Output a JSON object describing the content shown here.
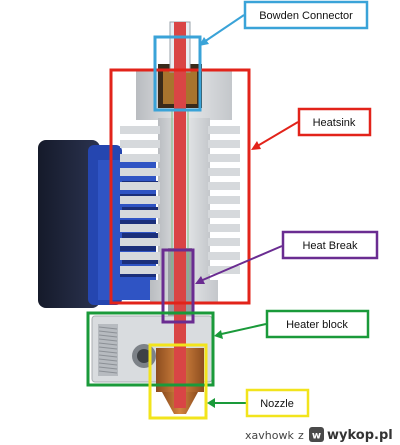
{
  "labels": {
    "bowden_connector": "Bowden Connector",
    "heatsink": "Heatsink",
    "heat_break": "Heat Break",
    "heater_block": "Heater block",
    "nozzle": "Nozzle"
  },
  "colors": {
    "bowden_connector": "#3aa3d8",
    "heatsink": "#e2231a",
    "heat_break": "#6a2c91",
    "heater_block": "#1a9a3a",
    "nozzle": "#f2e41c",
    "filament_path": "#d94545",
    "fan_blue": "#2546b0",
    "metal": "#cfd2d6",
    "brass": "#b86a2c"
  },
  "watermark": {
    "user": "xavhowk",
    "separator": "z",
    "site": "wykop.pl"
  }
}
